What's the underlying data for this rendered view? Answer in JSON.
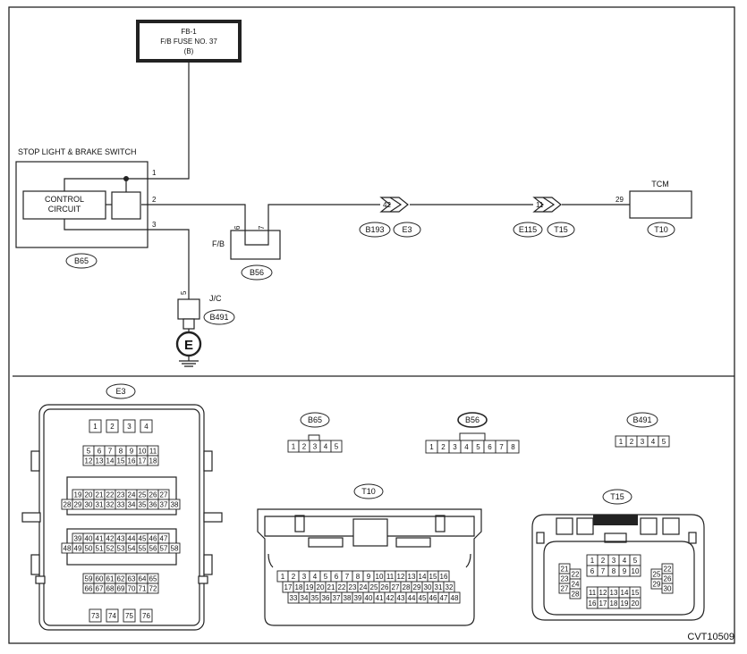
{
  "fuse": {
    "line1": "FB-1",
    "line2": "F/B FUSE NO. 37",
    "line3": "(B)"
  },
  "switch": {
    "title": "STOP LIGHT & BRAKE SWITCH",
    "control_line1": "CONTROL",
    "control_line2": "CIRCUIT",
    "pin1": "1",
    "pin2": "2",
    "pin3": "3",
    "connector": "B65"
  },
  "fb": {
    "label": "F/B",
    "pin6": "6",
    "pin7": "7",
    "connector": "B56"
  },
  "joint": {
    "label": "J/C",
    "pin": "5",
    "connector": "B491",
    "ground": "E"
  },
  "conn_e3": {
    "pin": "42",
    "left": "B193",
    "right": "E3"
  },
  "conn_t15": {
    "pin": "11",
    "left": "E115",
    "right": "T15"
  },
  "tcm": {
    "label": "TCM",
    "pin": "29",
    "connector": "T10"
  },
  "faces": {
    "e3": {
      "label": "E3",
      "rows": [
        [
          "1",
          "2",
          "3",
          "4"
        ],
        [
          "5",
          "6",
          "7",
          "8",
          "9",
          "10",
          "11"
        ],
        [
          "12",
          "13",
          "14",
          "15",
          "16",
          "17",
          "18"
        ],
        [
          "19",
          "20",
          "21",
          "22",
          "23",
          "24",
          "25",
          "26",
          "27"
        ],
        [
          "28",
          "29",
          "30",
          "31",
          "32",
          "33",
          "34",
          "35",
          "36",
          "37",
          "38"
        ],
        [
          "39",
          "40",
          "41",
          "42",
          "43",
          "44",
          "45",
          "46",
          "47"
        ],
        [
          "48",
          "49",
          "50",
          "51",
          "52",
          "53",
          "54",
          "55",
          "56",
          "57",
          "58"
        ],
        [
          "59",
          "60",
          "61",
          "62",
          "63",
          "64",
          "65"
        ],
        [
          "66",
          "67",
          "68",
          "69",
          "70",
          "71",
          "72"
        ],
        [
          "73",
          "74",
          "75",
          "76"
        ]
      ]
    },
    "b65": {
      "label": "B65",
      "pins": [
        "1",
        "2",
        "3",
        "4",
        "5"
      ]
    },
    "b56": {
      "label": "B56",
      "pins": [
        "1",
        "2",
        "3",
        "4",
        "5",
        "6",
        "7",
        "8"
      ]
    },
    "b491": {
      "label": "B491",
      "pins": [
        "1",
        "2",
        "3",
        "4",
        "5"
      ]
    },
    "t10": {
      "label": "T10",
      "rows": [
        [
          "1",
          "2",
          "3",
          "4",
          "5",
          "6",
          "7",
          "8",
          "9",
          "10",
          "11",
          "12",
          "13",
          "14",
          "15",
          "16"
        ],
        [
          "17",
          "18",
          "19",
          "20",
          "21",
          "22",
          "23",
          "24",
          "25",
          "26",
          "27",
          "28",
          "29",
          "30",
          "31",
          "32"
        ],
        [
          "33",
          "34",
          "35",
          "36",
          "37",
          "38",
          "39",
          "40",
          "41",
          "42",
          "43",
          "44",
          "45",
          "46",
          "47",
          "48"
        ]
      ]
    },
    "t15": {
      "label": "T15",
      "top1": [
        "1",
        "2",
        "3",
        "4",
        "5"
      ],
      "top2": [
        "6",
        "7",
        "8",
        "9",
        "10"
      ],
      "bot1": [
        "11",
        "12",
        "13",
        "14",
        "15"
      ],
      "bot2": [
        "16",
        "17",
        "18",
        "19",
        "20"
      ],
      "left": [
        "21",
        "22",
        "23",
        "24",
        "27",
        "28"
      ],
      "right": [
        "22",
        "25",
        "26",
        "29",
        "30"
      ]
    }
  },
  "figure_id": "CVT10509"
}
